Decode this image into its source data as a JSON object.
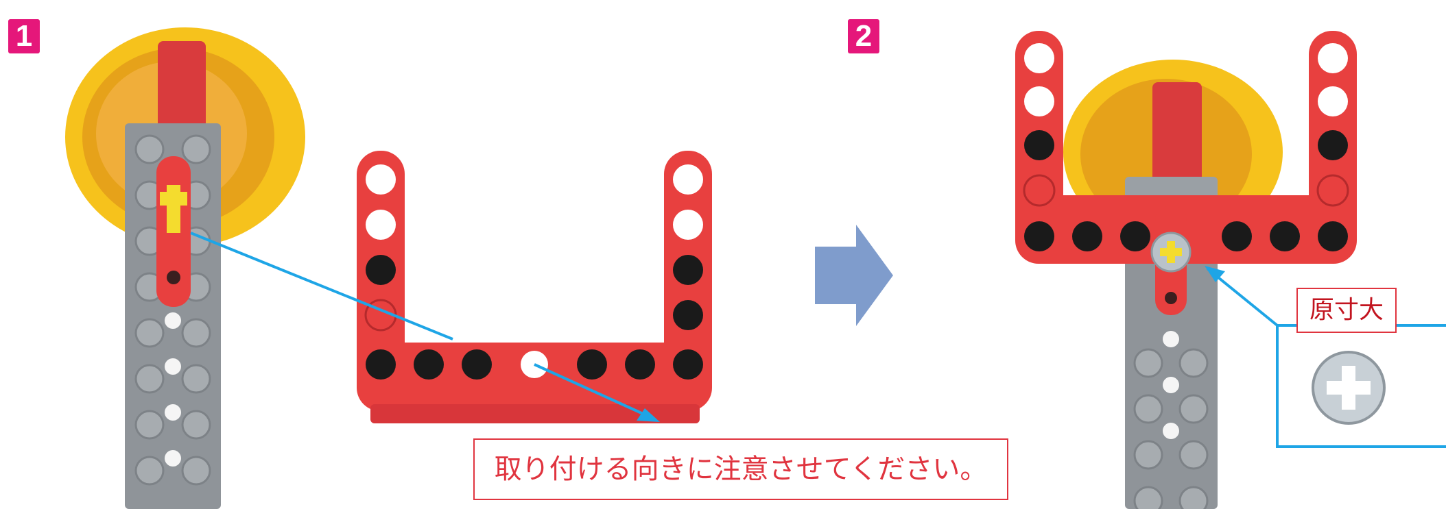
{
  "steps": [
    {
      "number": "1"
    },
    {
      "number": "2"
    }
  ],
  "callout": {
    "text": "取り付ける向きに注意させてください。"
  },
  "actual_size": {
    "label": "原寸大"
  },
  "colors": {
    "badge": "#e5177a",
    "callout_border": "#e0343f",
    "callout_text": "#e0343f",
    "pointer_line": "#1ea5e6",
    "arrow": "#7f9ccc",
    "beam_red": "#e8403f",
    "plate_gray": "#8f9499",
    "wheel_yellow": "#f6c21c",
    "pin_yellow": "#f4dc2e",
    "bushing_gray": "#b9c2c9"
  }
}
